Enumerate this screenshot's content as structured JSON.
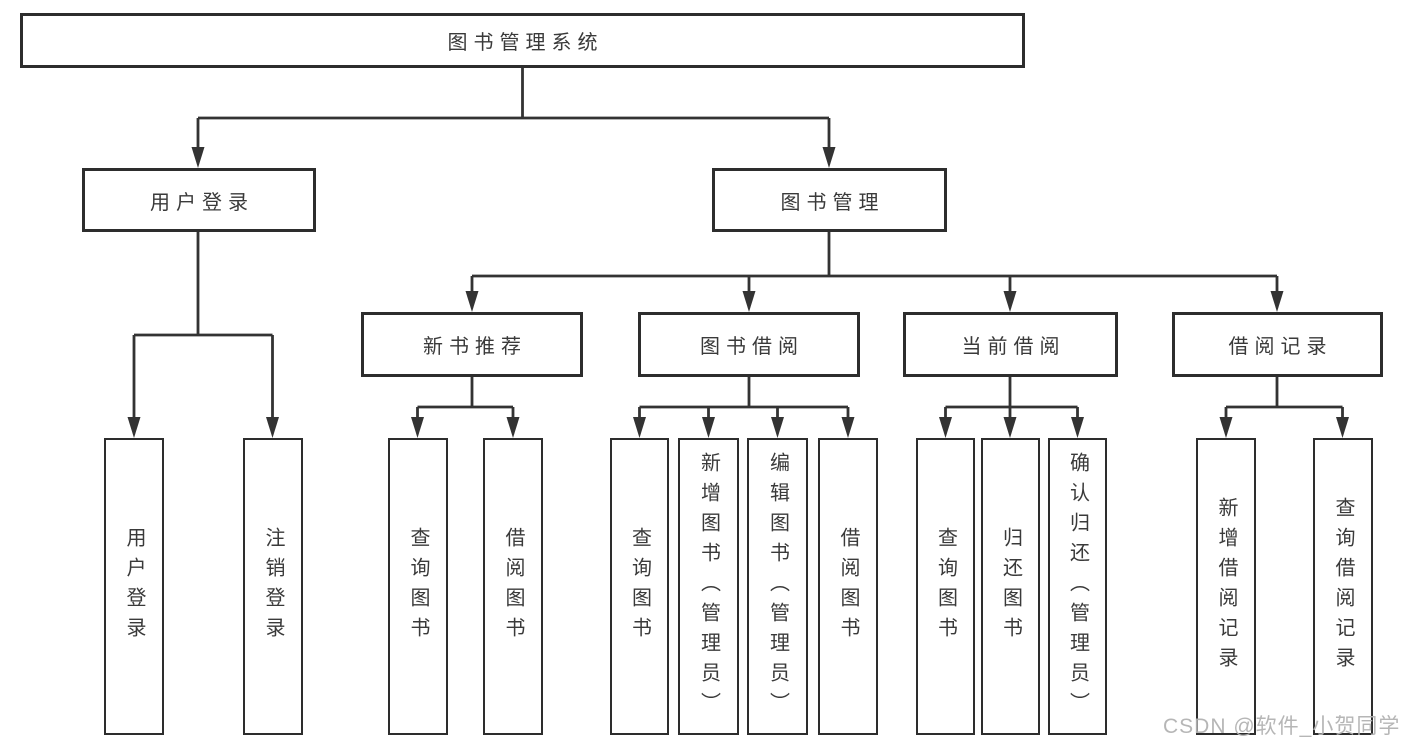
{
  "diagram": {
    "title": "图书管理系统",
    "root": {
      "label": "图书管理系统"
    },
    "level2": [
      {
        "id": "user-login",
        "label": "用户登录"
      },
      {
        "id": "book-management",
        "label": "图书管理"
      }
    ],
    "level3": [
      {
        "id": "new-book-recommend",
        "label": "新书推荐",
        "parent": "图书管理"
      },
      {
        "id": "book-borrow",
        "label": "图书借阅",
        "parent": "图书管理"
      },
      {
        "id": "current-borrow",
        "label": "当前借阅",
        "parent": "图书管理"
      },
      {
        "id": "borrow-record",
        "label": "借阅记录",
        "parent": "图书管理"
      }
    ],
    "leaves": [
      {
        "label": "用户登录",
        "parent": "用户登录"
      },
      {
        "label": "注销登录",
        "parent": "用户登录"
      },
      {
        "label": "查询图书",
        "parent": "新书推荐"
      },
      {
        "label": "借阅图书",
        "parent": "新书推荐"
      },
      {
        "label": "查询图书",
        "parent": "图书借阅"
      },
      {
        "label": "新增图书（管理员）",
        "parent": "图书借阅"
      },
      {
        "label": "编辑图书（管理员）",
        "parent": "图书借阅"
      },
      {
        "label": "借阅图书",
        "parent": "图书借阅"
      },
      {
        "label": "查询图书",
        "parent": "当前借阅"
      },
      {
        "label": "归还图书",
        "parent": "当前借阅"
      },
      {
        "label": "确认归还（管理员）",
        "parent": "当前借阅"
      },
      {
        "label": "新增借阅记录",
        "parent": "借阅记录"
      },
      {
        "label": "查询借阅记录",
        "parent": "借阅记录"
      }
    ]
  },
  "watermark": {
    "text": "CSDN @软件_小贺同学"
  },
  "colors": {
    "background": "#ffffff",
    "line": "#333333",
    "box_border": "#2d2d2d",
    "text": "#3a3a3a",
    "watermark": "#b2b2b2"
  }
}
